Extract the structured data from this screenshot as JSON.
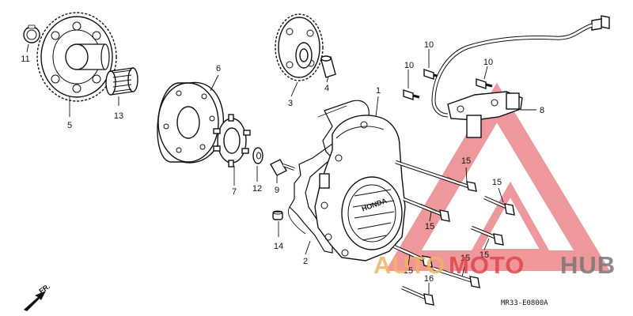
{
  "callouts": {
    "c1": "1",
    "c2": "2",
    "c3": "3",
    "c4": "4",
    "c5": "5",
    "c6": "6",
    "c7": "7",
    "c8": "8",
    "c9": "9",
    "c10a": "10",
    "c10b": "10",
    "c10c": "10",
    "c11": "11",
    "c12": "12",
    "c13": "13",
    "c14": "14",
    "c15a": "15",
    "c15b": "15",
    "c15c": "15",
    "c15d": "15",
    "c15e": "15",
    "c15f": "15",
    "c16": "16"
  },
  "direction_label": "FR.",
  "diagram_code": "MR33-E0800A",
  "watermark": {
    "part1": "AUTO",
    "part2": "MOTO",
    "part3": "HUB"
  },
  "cover_brand": "HONDA",
  "colors": {
    "watermark_red": "#e2454a",
    "watermark_orange": "#f2b35f",
    "watermark_gray": "#777777",
    "line": "#111111"
  }
}
